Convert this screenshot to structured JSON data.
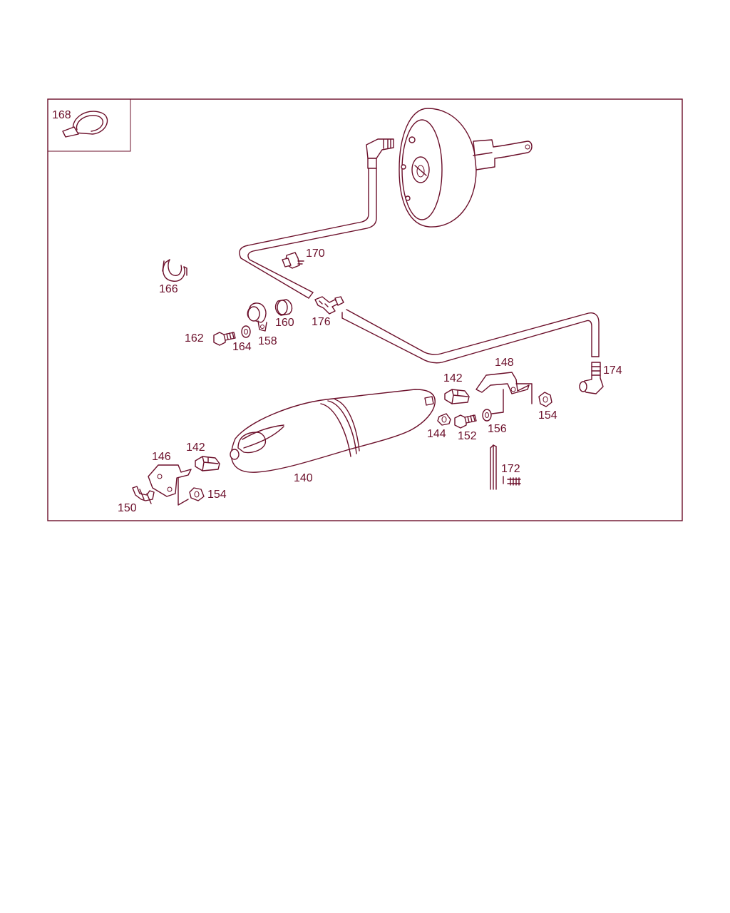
{
  "colors": {
    "line": "#6b0f2a",
    "background": "#ffffff"
  },
  "labels": {
    "p168": "168",
    "p170": "170",
    "p166": "166",
    "p160": "160",
    "p176": "176",
    "p162": "162",
    "p164": "164",
    "p158": "158",
    "p148": "148",
    "p174": "174",
    "p142a": "142",
    "p154a": "154",
    "p144": "144",
    "p152": "152",
    "p156": "156",
    "p146": "146",
    "p142b": "142",
    "p172": "172",
    "p154b": "154",
    "p140": "140",
    "p150": "150"
  }
}
